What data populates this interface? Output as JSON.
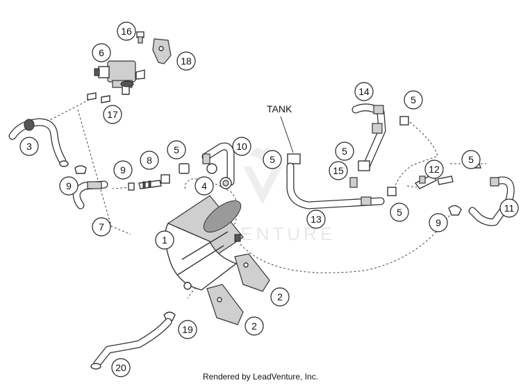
{
  "diagram": {
    "tank_label": "TANK",
    "watermark": "LEADVENTURE",
    "footer": "Rendered by LeadVenture, Inc.",
    "callouts": [
      "16",
      "6",
      "18",
      "17",
      "3",
      "9",
      "8",
      "5",
      "10",
      "9",
      "4",
      "7",
      "1",
      "2",
      "2",
      "19",
      "20",
      "5",
      "14",
      "5",
      "5",
      "15",
      "13",
      "5",
      "12",
      "5",
      "11",
      "9"
    ]
  }
}
